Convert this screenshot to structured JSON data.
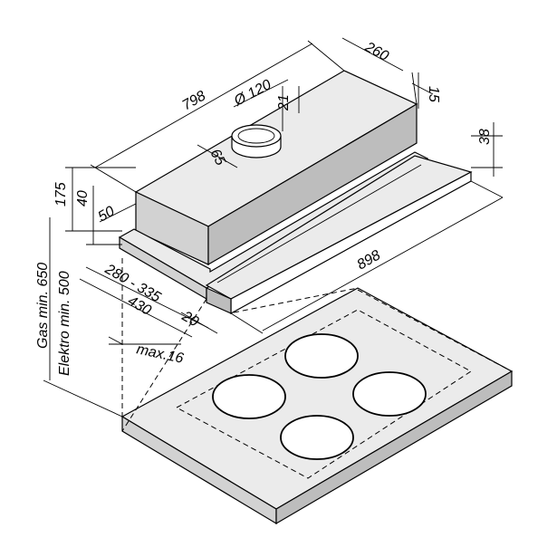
{
  "diagram": {
    "dimensions": {
      "width_total": "798",
      "depth": "260",
      "panel_offset": "15",
      "duct_diameter": "Ø 120",
      "duct_height": "21",
      "duct_offset": "65",
      "front_height": "38",
      "body_height": "175",
      "body_inner": "40",
      "body_lower": "50",
      "extension": "280 - 335",
      "depth_total": "430",
      "front_strip": "20",
      "front_width": "898",
      "max_depth": "max.16",
      "gas_clearance": "Gas min. 650",
      "electro_clearance": "Elektro min. 500"
    }
  }
}
